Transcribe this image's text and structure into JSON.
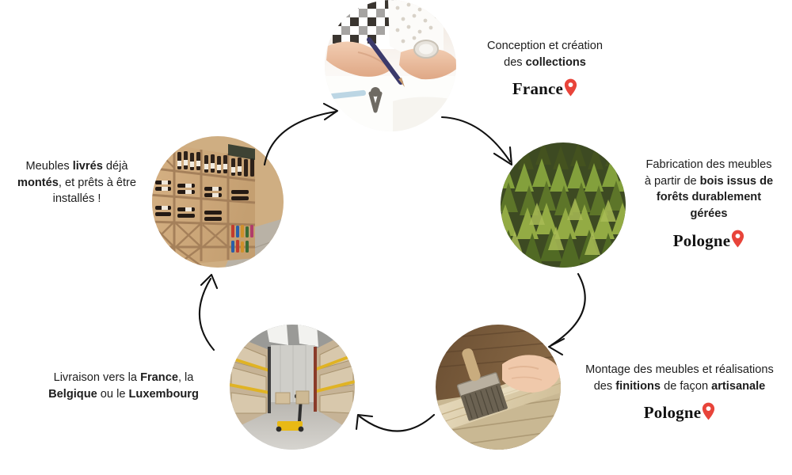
{
  "diagram": {
    "type": "circular-process",
    "steps": [
      {
        "id": "conception",
        "image": "design-sketching-photo",
        "text_lines": [
          [
            {
              "t": "Conception et création",
              "b": false
            }
          ],
          [
            {
              "t": "des ",
              "b": false
            },
            {
              "t": "collections",
              "b": true
            }
          ]
        ],
        "country": "France",
        "pin": "map-pin-icon"
      },
      {
        "id": "fabrication",
        "image": "forest-aerial-photo",
        "text_lines": [
          [
            {
              "t": "Fabrication des meubles",
              "b": false
            }
          ],
          [
            {
              "t": "à partir de ",
              "b": false
            },
            {
              "t": "bois issus de",
              "b": true
            }
          ],
          [
            {
              "t": "forêts durablement",
              "b": true
            }
          ],
          [
            {
              "t": "gérées",
              "b": true
            }
          ]
        ],
        "country": "Pologne",
        "pin": "map-pin-icon"
      },
      {
        "id": "montage",
        "image": "wood-finishing-brush-photo",
        "text_lines": [
          [
            {
              "t": "Montage des meubles et réalisations",
              "b": false
            }
          ],
          [
            {
              "t": "des ",
              "b": false
            },
            {
              "t": "finitions",
              "b": true
            },
            {
              "t": " de façon ",
              "b": false
            },
            {
              "t": "artisanale",
              "b": true
            }
          ]
        ],
        "country": "Pologne",
        "pin": "map-pin-icon"
      },
      {
        "id": "livraison",
        "image": "warehouse-aisle-photo",
        "text_lines": [
          [
            {
              "t": "Livraison vers la ",
              "b": false
            },
            {
              "t": "France",
              "b": true
            },
            {
              "t": ", la",
              "b": false
            }
          ],
          [
            {
              "t": "Belgique",
              "b": true
            },
            {
              "t": " ou le ",
              "b": false
            },
            {
              "t": "Luxembourg",
              "b": true
            }
          ]
        ],
        "country": "",
        "pin": ""
      },
      {
        "id": "installation",
        "image": "wine-shop-shelves-photo",
        "text_lines": [
          [
            {
              "t": "Meubles ",
              "b": false
            },
            {
              "t": "livrés",
              "b": true
            },
            {
              "t": " déjà",
              "b": false
            }
          ],
          [
            {
              "t": "montés",
              "b": true
            },
            {
              "t": ", et prêts à être",
              "b": false
            }
          ],
          [
            {
              "t": "installés !",
              "b": false
            }
          ]
        ],
        "country": "",
        "pin": ""
      }
    ],
    "arrows": [
      {
        "id": "arrow-installation-to-conception",
        "direction": "up-right"
      },
      {
        "id": "arrow-conception-to-fabrication",
        "direction": "down-right"
      },
      {
        "id": "arrow-fabrication-to-montage",
        "direction": "down-left"
      },
      {
        "id": "arrow-montage-to-livraison",
        "direction": "left"
      },
      {
        "id": "arrow-livraison-to-installation",
        "direction": "up"
      }
    ],
    "colors": {
      "pin": "#e8443a",
      "pin_inner": "#ffffff",
      "text": "#1d1d1d",
      "arrow": "#111111",
      "background": "#ffffff"
    }
  }
}
